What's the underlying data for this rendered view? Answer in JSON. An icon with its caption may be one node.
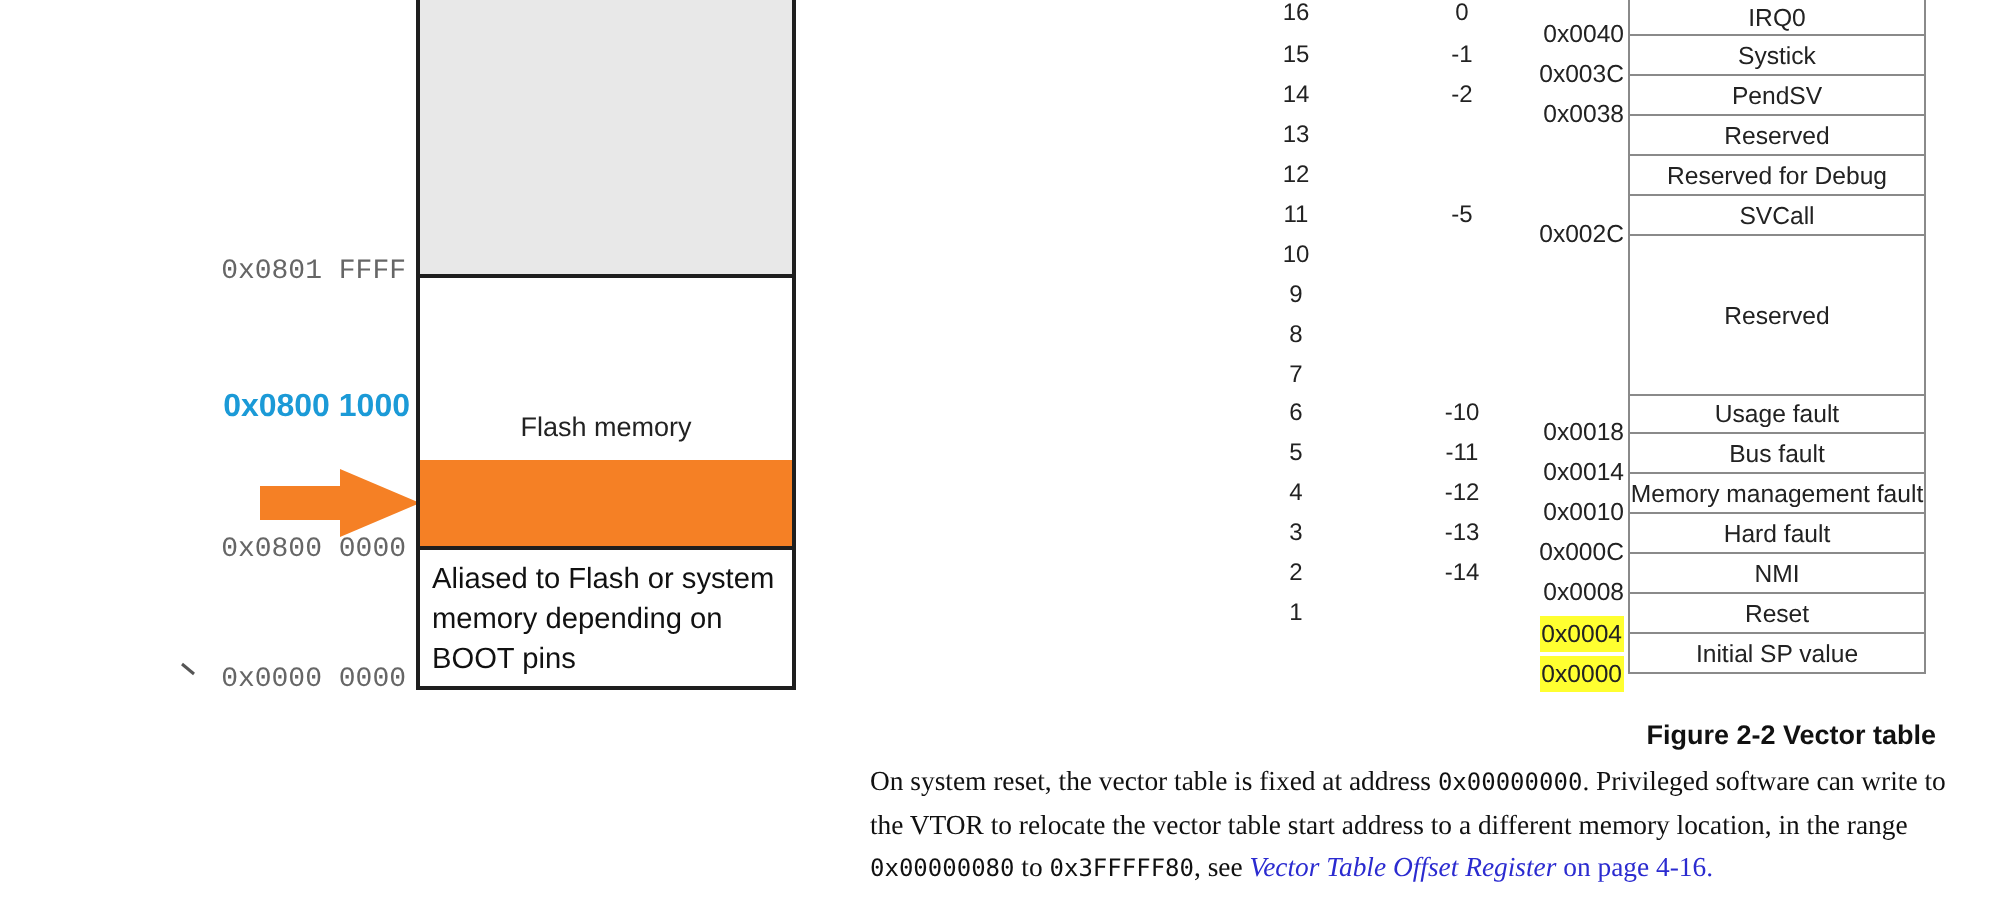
{
  "diagram": {
    "caption": "Figure 2-2 Vector table",
    "nodes": [
      {
        "text": [],
        "shape": "box"
      },
      {
        "text": [
          "Flash memory"
        ]
      },
      {
        "text": [],
        "shape": "bar",
        "in": 1
      },
      {
        "text": [
          "Aliased to Flash or system memory depending on BOOT pins"
        ]
      },
      {
        "text": [
          "IRQ0"
        ]
      },
      {
        "text": [
          "Systick"
        ]
      },
      {
        "text": [
          "PendSV"
        ]
      },
      {
        "text": [
          "Reserved"
        ]
      },
      {
        "text": [
          "Reserved for Debug"
        ]
      },
      {
        "text": [
          "SVCall"
        ]
      },
      {
        "text": [
          "Reserved"
        ]
      },
      {
        "text": [
          "Usage fault"
        ]
      },
      {
        "text": [
          "Bus fault"
        ]
      },
      {
        "text": [
          "Memory management fault"
        ]
      },
      {
        "text": [
          "Hard fault"
        ]
      },
      {
        "text": [
          "NMI"
        ]
      },
      {
        "text": [
          "Reset"
        ]
      },
      {
        "text": [
          "Initial SP value"
        ]
      }
    ],
    "edges": [
      {
        "from": null,
        "to": 2,
        "arrow": "to",
        "color": "#f58025"
      }
    ],
    "labels": [
      "0x0801 FFFF",
      "0x0800 1000",
      "0x0800 0000",
      "0x0000 0000",
      "16",
      "0",
      "0x0040",
      "15",
      "-1",
      "0x003C",
      "14",
      "-2",
      "0x0038",
      "13",
      "12",
      "11",
      "-5",
      "0x002C",
      "10",
      "9",
      "8",
      "7",
      "6",
      "-10",
      "0x0018",
      "5",
      "-11",
      "0x0014",
      "4",
      "-12",
      "0x0010",
      "3",
      "-13",
      "0x000C",
      "2",
      "-14",
      "0x0008",
      "1",
      "0x0004",
      "0x0000",
      "On system reset, the vector table is fixed at address 0x00000000. Privileged software can write to the VTOR to relocate the vector table start address to a different memory location, in the range 0x00000080 to 0x3FFFFF80, see",
      "*Vector Table Offset Register* on page 4-16."
    ]
  }
}
